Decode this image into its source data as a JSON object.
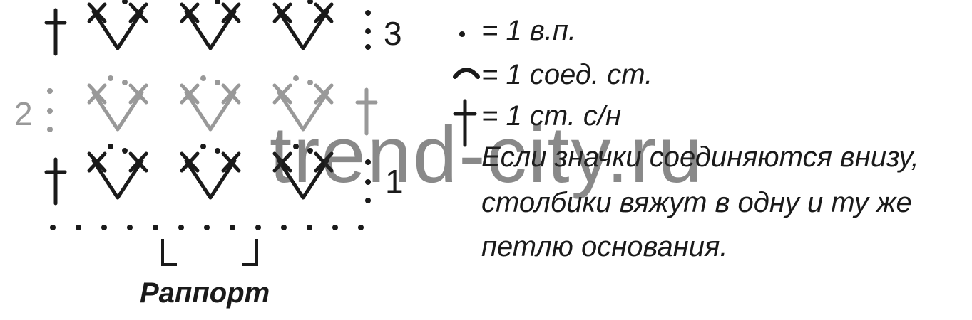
{
  "colors": {
    "ink": "#1a1a1a",
    "faded": "#999999"
  },
  "legend": [
    {
      "icon": "chain-dot-icon",
      "text": "= 1 в.п."
    },
    {
      "icon": "slip-stitch-arc-icon",
      "text": "= 1 соед. ст."
    },
    {
      "icon": "double-crochet-icon",
      "text": "= 1 ст. с/н"
    }
  ],
  "note": [
    "Если значки соединяются внизу,",
    "столбики вяжут в одну и ту же",
    "петлю основания."
  ],
  "rows": [
    {
      "label": "3",
      "side": "right",
      "faded": false
    },
    {
      "label": "2",
      "side": "left",
      "faded": true
    },
    {
      "label": "1",
      "side": "right",
      "faded": false
    }
  ],
  "rapport_label": "Раппорт",
  "watermark": "trend-city.ru"
}
